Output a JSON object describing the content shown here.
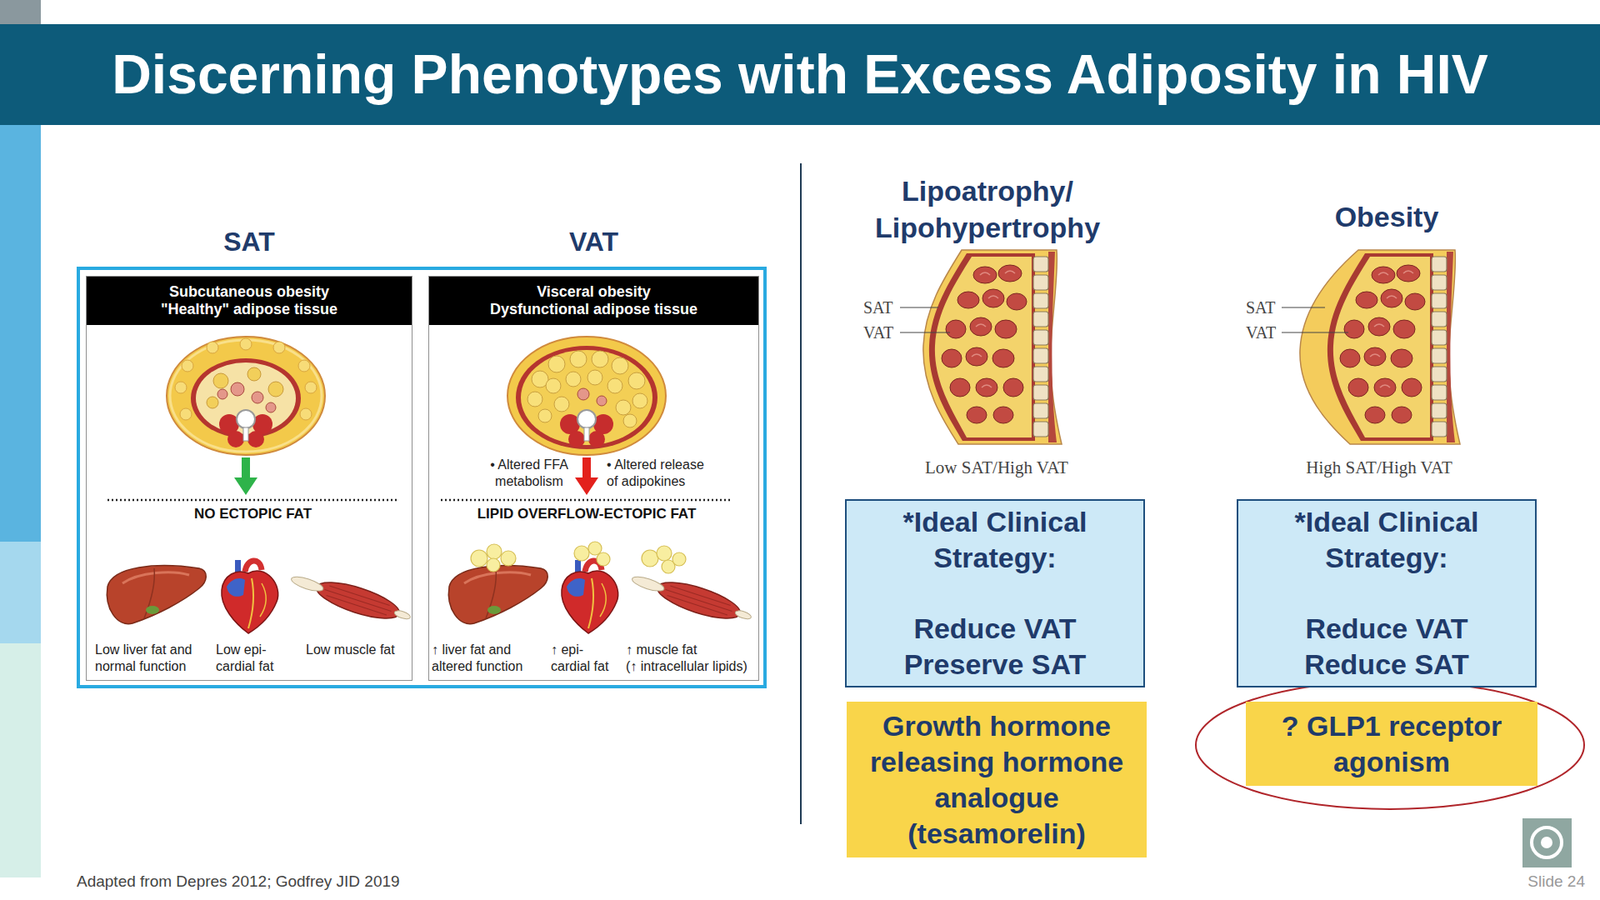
{
  "diagram": {
    "title": "Discerning Phenotypes with Excess Adiposity in HIV",
    "caption": "Adapted from Depres 2012; Godfrey JID 2019",
    "nodes": [
      {
        "text": [
          "SAT"
        ]
      },
      {
        "text": [
          "Subcutaneous obesity",
          "\"Healthy\" adipose tissue"
        ],
        "in": 0
      },
      {
        "text": [
          "VAT"
        ]
      },
      {
        "text": [
          "Visceral obesity",
          "Dysfunctional adipose tissue"
        ],
        "in": 2
      },
      {
        "text": [
          "*Ideal Clinical Strategy:",
          "Reduce VAT",
          "Preserve SAT"
        ]
      },
      {
        "text": [
          "Growth hormone releasing hormone analogue (tesamorelin)"
        ]
      },
      {
        "text": [
          "*Ideal Clinical Strategy:",
          "Reduce VAT",
          "Reduce SAT"
        ]
      },
      {
        "text": [
          "? GLP1 receptor agonism"
        ]
      }
    ],
    "labels": [
      "• Altered FFA metabolism",
      "• Altered release of adipokines",
      "NO ECTOPIC FAT",
      "LIPID OVERFLOW-ECTOPIC FAT",
      "Low liver fat and normal function",
      "Low epi-cardial fat",
      "Low muscle fat",
      "↑ liver fat and altered function",
      "↑ epi-cardial fat",
      "↑ muscle fat",
      "(↑ intracellular lipids)",
      "Lipoatrophy/ Lipohypertrophy",
      "Obesity",
      "SAT",
      "VAT",
      "Low SAT/High VAT",
      "SAT",
      "VAT",
      "High SAT/High VAT",
      "Slide 24"
    ]
  }
}
